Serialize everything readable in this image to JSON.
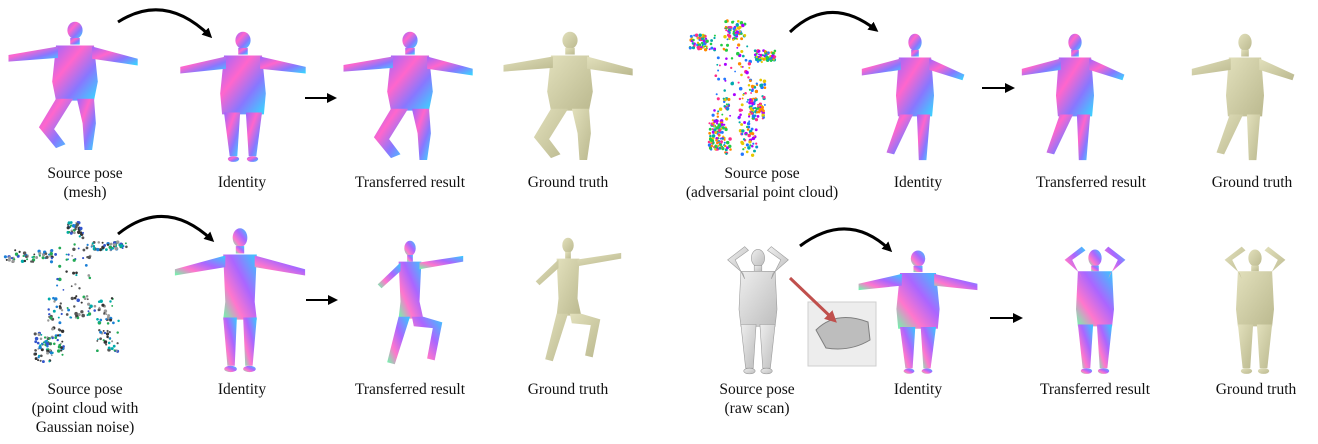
{
  "colors": {
    "normal_a": "#ff66cc",
    "normal_b": "#9966ff",
    "normal_c": "#33ddff",
    "normal_d": "#66ffaa",
    "ground_truth": "#d4d2a8",
    "raw_scan": "#dadada",
    "arrow": "#000000",
    "red_arrow": "#c0504d"
  },
  "panels": {
    "top_left": {
      "source": [
        "Source pose",
        "(mesh)"
      ],
      "identity": "Identity",
      "result": "Transferred result",
      "ground_truth": "Ground truth"
    },
    "top_right": {
      "source": [
        "Source pose",
        "(adversarial point cloud)"
      ],
      "identity": "Identity",
      "result": "Transferred result",
      "ground_truth": "Ground truth"
    },
    "bottom_left": {
      "source": [
        "Source pose",
        "(point cloud with",
        "Gaussian noise)"
      ],
      "identity": "Identity",
      "result": "Transferred result",
      "ground_truth": "Ground truth"
    },
    "bottom_right": {
      "source": [
        "Source pose",
        "(raw scan)"
      ],
      "identity": "Identity",
      "result": "Transferred result",
      "ground_truth": "Ground truth"
    }
  }
}
